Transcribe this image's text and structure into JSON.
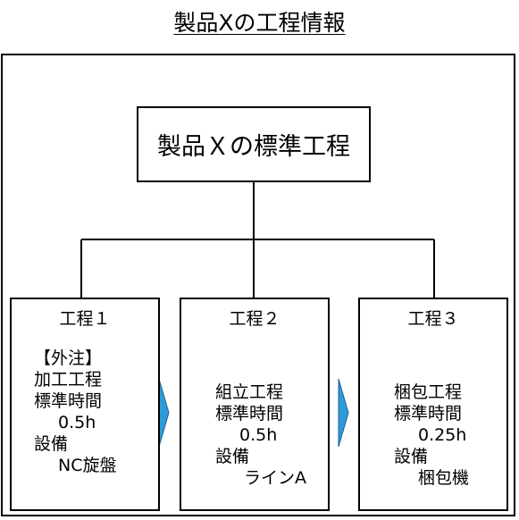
{
  "title": "製品Xの工程情報",
  "root": {
    "label": "製品Ｘの標準工程"
  },
  "steps": [
    {
      "title": "工程１",
      "note": "【外注】",
      "process": "加工工程",
      "time_label": "標準時間",
      "time_value": "0.5h",
      "equipment_label": "設備",
      "equipment_value": "NC旋盤"
    },
    {
      "title": "工程２",
      "process": "組立工程",
      "time_label": "標準時間",
      "time_value": "0.5h",
      "equipment_label": "設備",
      "equipment_value": "ラインA"
    },
    {
      "title": "工程３",
      "process": "梱包工程",
      "time_label": "標準時間",
      "time_value": "0.25h",
      "equipment_label": "設備",
      "equipment_value": "梱包機"
    }
  ],
  "colors": {
    "arrow_fill": "#2e9bd8",
    "arrow_stroke": "#1f5f8f"
  }
}
